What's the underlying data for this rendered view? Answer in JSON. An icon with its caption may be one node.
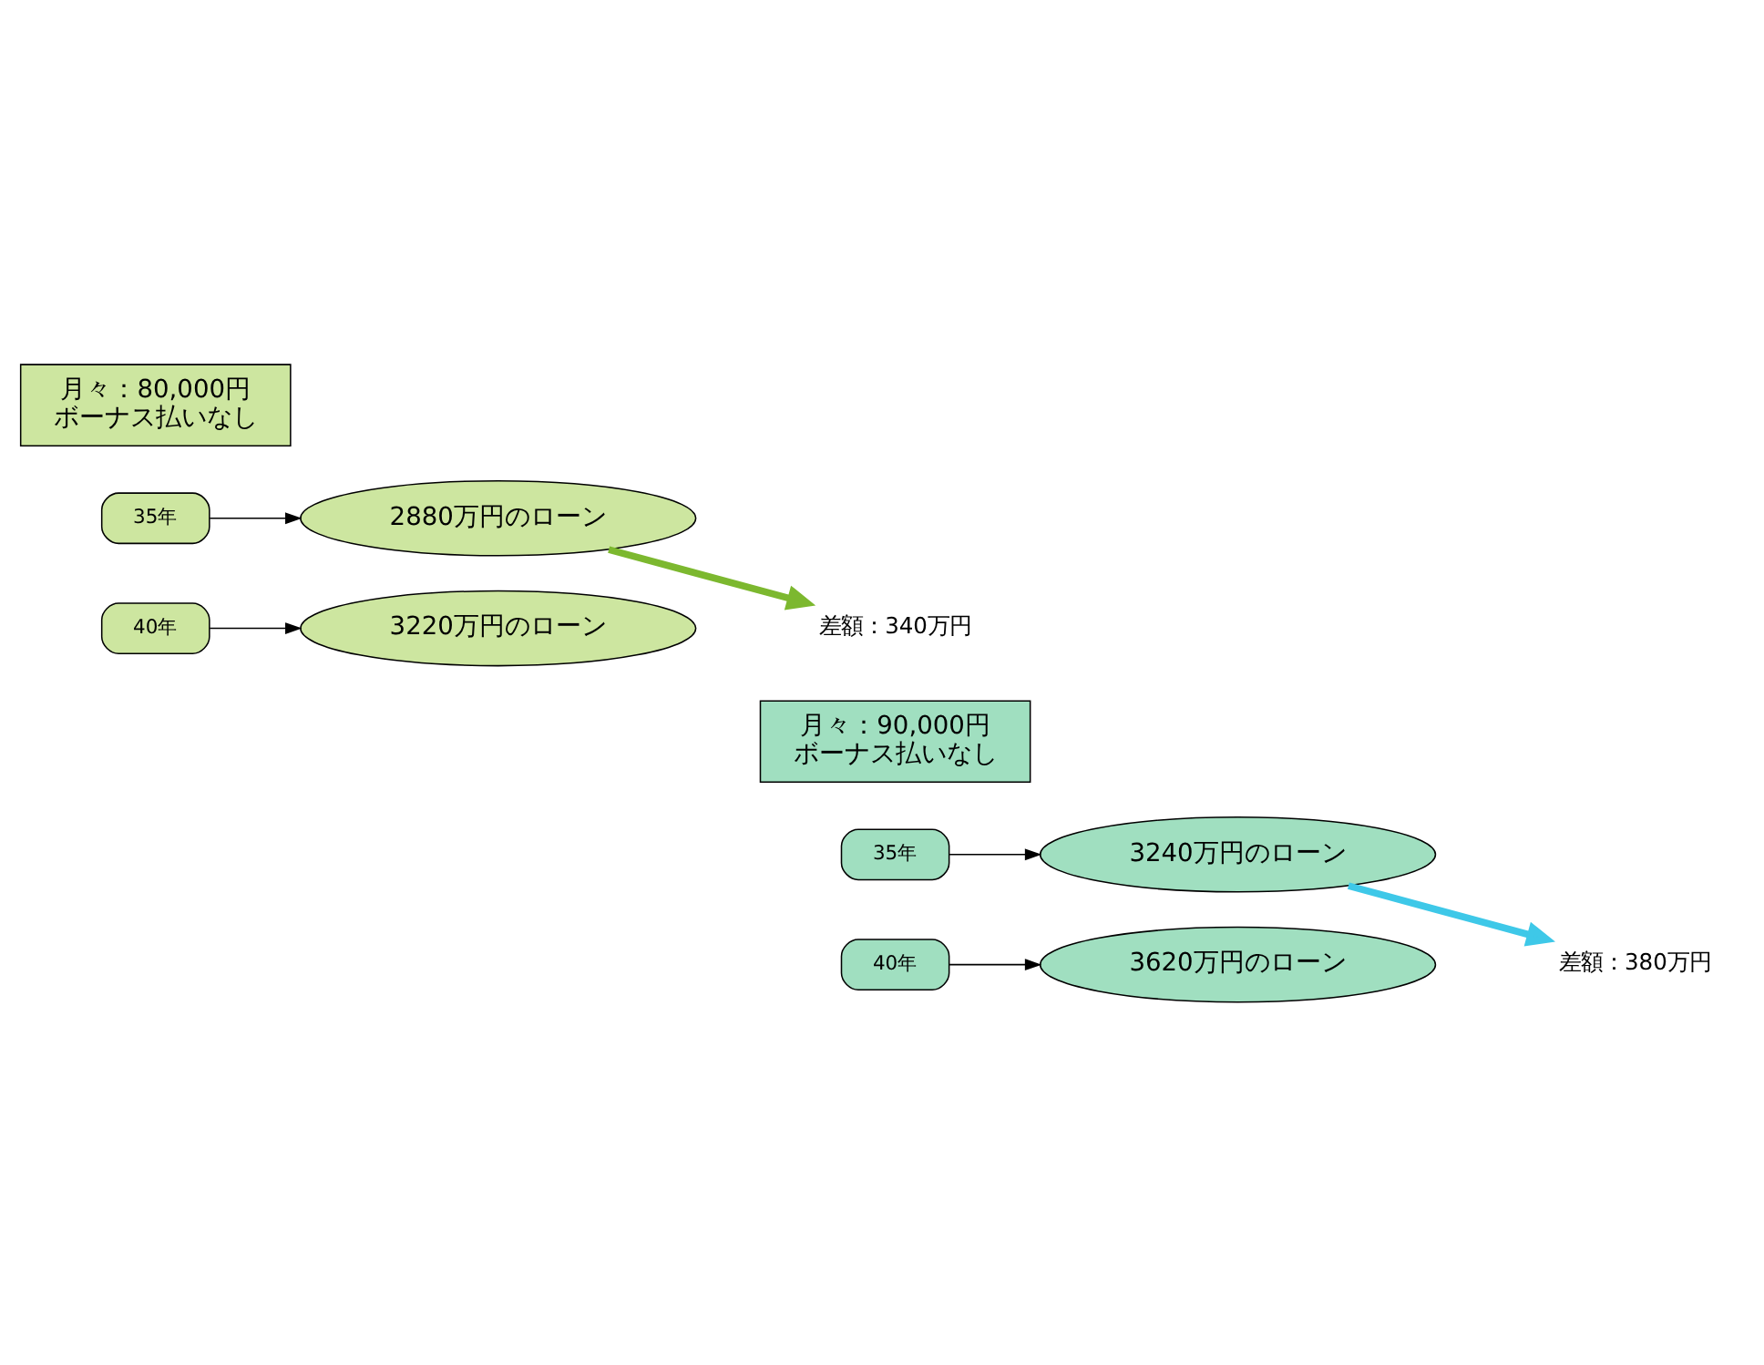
{
  "diagram": {
    "nodes": [
      {
        "text": [
          "月々：80,000円",
          "ボーナス払いなし"
        ]
      },
      {
        "text": [
          "35年"
        ]
      },
      {
        "text": [
          "2880万円のローン"
        ]
      },
      {
        "text": [
          "40年"
        ]
      },
      {
        "text": [
          "3220万円のローン"
        ]
      },
      {
        "text": [
          "差額：340万円"
        ]
      },
      {
        "text": [
          "月々：90,000円",
          "ボーナス払いなし"
        ]
      },
      {
        "text": [
          "35年"
        ]
      },
      {
        "text": [
          "3240万円のローン"
        ]
      },
      {
        "text": [
          "40年"
        ]
      },
      {
        "text": [
          "3620万円のローン"
        ]
      },
      {
        "text": [
          "差額：380万円"
        ]
      }
    ],
    "edges": [
      {
        "from": 1,
        "to": 2,
        "arrow": "to"
      },
      {
        "from": 3,
        "to": 4,
        "arrow": "to"
      },
      {
        "from": 2,
        "to": 5,
        "arrow": "to",
        "style": "thick",
        "color": "#7cb82f"
      },
      {
        "from": 7,
        "to": 8,
        "arrow": "to"
      },
      {
        "from": 9,
        "to": 10,
        "arrow": "to"
      },
      {
        "from": 8,
        "to": 11,
        "arrow": "to",
        "style": "thick",
        "color": "#3ec8e8"
      }
    ]
  }
}
